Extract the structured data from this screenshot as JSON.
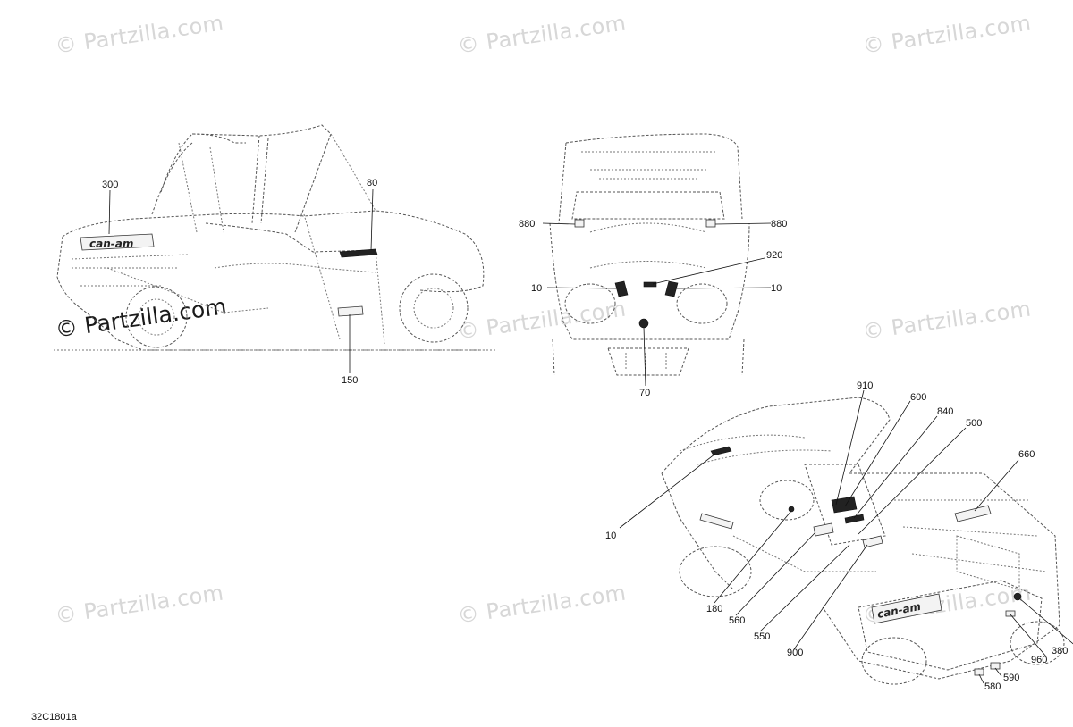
{
  "watermarks": {
    "text": "© Partzilla.com",
    "main_text": "© Partzilla.com"
  },
  "diagram_code": "32C1801a",
  "brand_decal_text": "can-am",
  "callouts": [
    {
      "id": "c300",
      "label": "300"
    },
    {
      "id": "c80",
      "label": "80"
    },
    {
      "id": "c150",
      "label": "150"
    },
    {
      "id": "c880l",
      "label": "880"
    },
    {
      "id": "c880r",
      "label": "880"
    },
    {
      "id": "c920",
      "label": "920"
    },
    {
      "id": "c10l",
      "label": "10"
    },
    {
      "id": "c10r",
      "label": "10"
    },
    {
      "id": "c70",
      "label": "70"
    },
    {
      "id": "c910",
      "label": "910"
    },
    {
      "id": "c600",
      "label": "600"
    },
    {
      "id": "c840",
      "label": "840"
    },
    {
      "id": "c500",
      "label": "500"
    },
    {
      "id": "c660",
      "label": "660"
    },
    {
      "id": "c10b",
      "label": "10"
    },
    {
      "id": "c180",
      "label": "180"
    },
    {
      "id": "c560",
      "label": "560"
    },
    {
      "id": "c550",
      "label": "550"
    },
    {
      "id": "c900",
      "label": "900"
    },
    {
      "id": "c380",
      "label": "380"
    },
    {
      "id": "c960",
      "label": "960"
    },
    {
      "id": "c590",
      "label": "590"
    },
    {
      "id": "c580",
      "label": "580"
    }
  ]
}
